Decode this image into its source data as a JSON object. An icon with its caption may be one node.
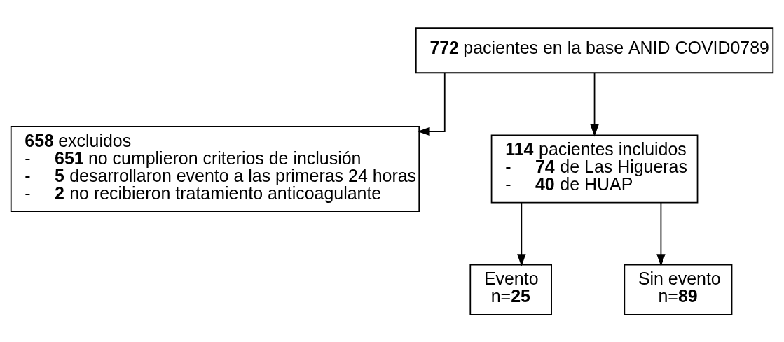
{
  "diagram": {
    "nodes": [
      {
        "text": [
          "**772** pacientes en la base ANID COVID0789"
        ]
      },
      {
        "text": [
          "**658** excluidos",
          "-     **651** no cumplieron criterios de inclusión",
          "-     **5** desarrollaron evento a las primeras 24 horas",
          "-     **2** no recibieron tratamiento anticoagulante"
        ]
      },
      {
        "text": [
          "**114** pacientes incluidos",
          "-     **74** de Las Higueras",
          "-     **40** de HUAP"
        ]
      },
      {
        "text": [
          "Evento",
          "n=**25**"
        ]
      },
      {
        "text": [
          "Sin evento",
          "n=**89**"
        ]
      }
    ],
    "edges": [
      {
        "from": 0,
        "to": 2,
        "arrow": "to"
      },
      {
        "from": 0,
        "to": 1,
        "arrow": "to"
      },
      {
        "from": 2,
        "to": 3,
        "arrow": "to"
      },
      {
        "from": 2,
        "to": 4,
        "arrow": "to"
      }
    ]
  }
}
